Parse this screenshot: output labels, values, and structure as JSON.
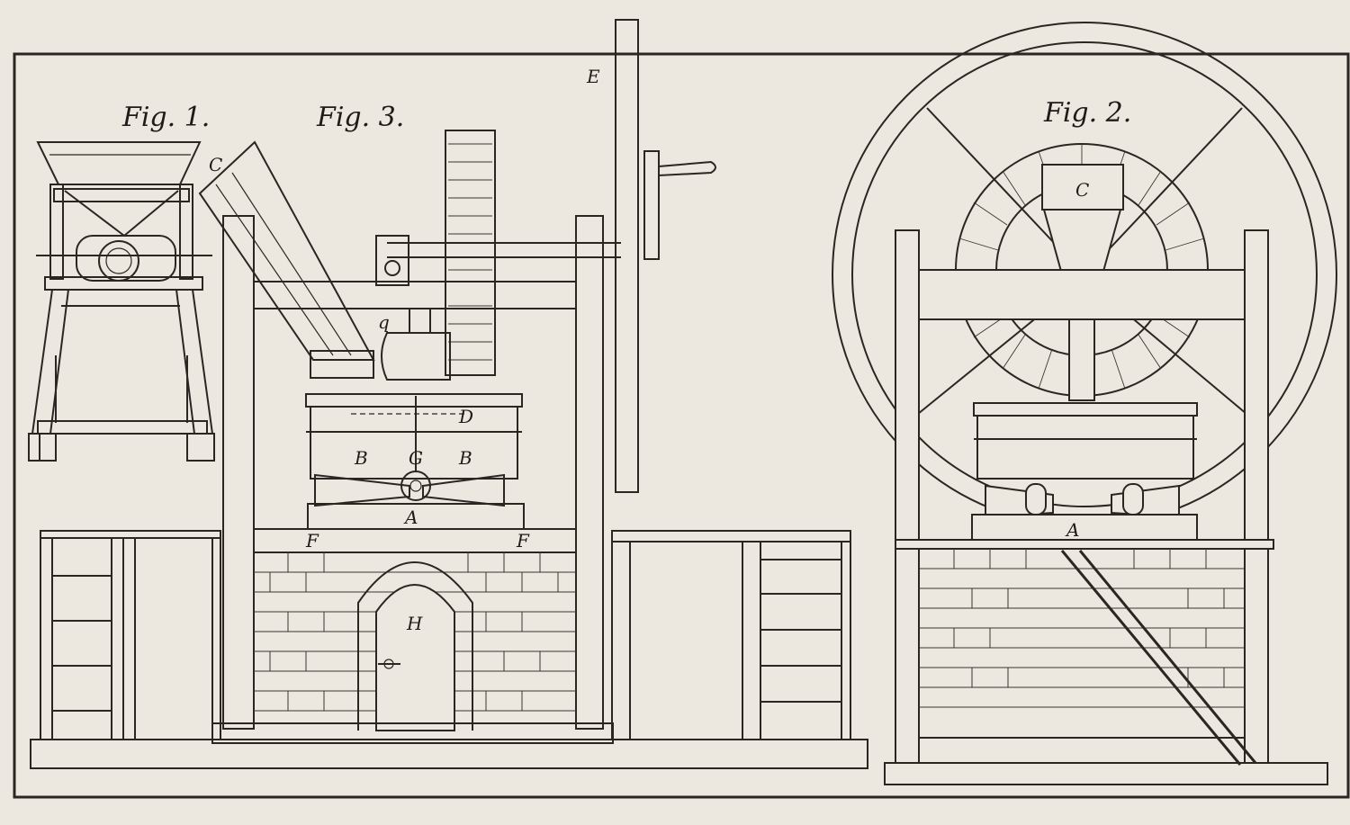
{
  "figures": {
    "fig1": {
      "title": "Fig. 1."
    },
    "fig2": {
      "title": "Fig. 2."
    },
    "fig3": {
      "title": "Fig. 3."
    }
  },
  "letters": {
    "fig1_c": "C",
    "fig3_a": "A",
    "fig3_b_left": "B",
    "fig3_b_right": "B",
    "fig3_d": "D",
    "fig3_e": "E",
    "fig3_f_left": "F",
    "fig3_f_right": "F",
    "fig3_g": "G",
    "fig3_h": "H",
    "fig3_q": "q",
    "fig2_a": "A",
    "fig2_c": "C"
  },
  "colors": {
    "paper": "#ece8df",
    "ink": "#2a2622"
  }
}
